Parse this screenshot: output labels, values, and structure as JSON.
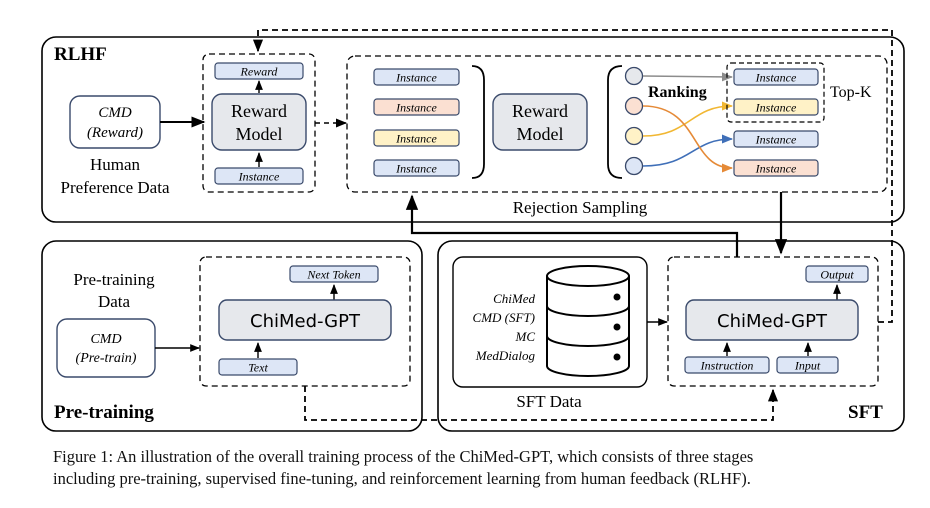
{
  "sections": {
    "rlhf": "RLHF",
    "pretraining": "Pre-training",
    "sft": "SFT"
  },
  "rlhf": {
    "cmd_reward_line1": "CMD",
    "cmd_reward_line2": "(Reward)",
    "human_pref_line1": "Human",
    "human_pref_line2": "Preference Data",
    "reward_label": "Reward",
    "reward_model_line1": "Reward",
    "reward_model_line2": "Model",
    "instance_label": "Instance",
    "ranking": "Ranking",
    "topk": "Top-K",
    "rejection_sampling": "Rejection Sampling"
  },
  "pretraining": {
    "data_line1": "Pre-training",
    "data_line2": "Data",
    "cmd_line1": "CMD",
    "cmd_line2": "(Pre-train)",
    "next_token": "Next Token",
    "model": "ChiMed-GPT",
    "text": "Text"
  },
  "sft": {
    "datasets": [
      "ChiMed",
      "CMD (SFT)",
      "MC",
      "MedDialog"
    ],
    "sft_data": "SFT Data",
    "output": "Output",
    "model": "ChiMed-GPT",
    "instruction": "Instruction",
    "input": "Input"
  },
  "caption": {
    "line1": "Figure 1: An illustration of the overall training process of the ChiMed-GPT, which consists of three stages",
    "line2": "including pre-training, supervised fine-tuning, and reinforcement learning from human feedback (RLHF)."
  },
  "colors": {
    "blue_fill": "#dde6f6",
    "orange_fill": "#fbe0d2",
    "yellow_fill": "#fff2c7",
    "gray_fill": "#e6e8ec",
    "stroke": "#3a4a6b",
    "arrow_gray": "#8c8c8c",
    "arrow_orange": "#e58a37",
    "arrow_yellow": "#f1b733",
    "arrow_blue": "#3f6fb8"
  }
}
